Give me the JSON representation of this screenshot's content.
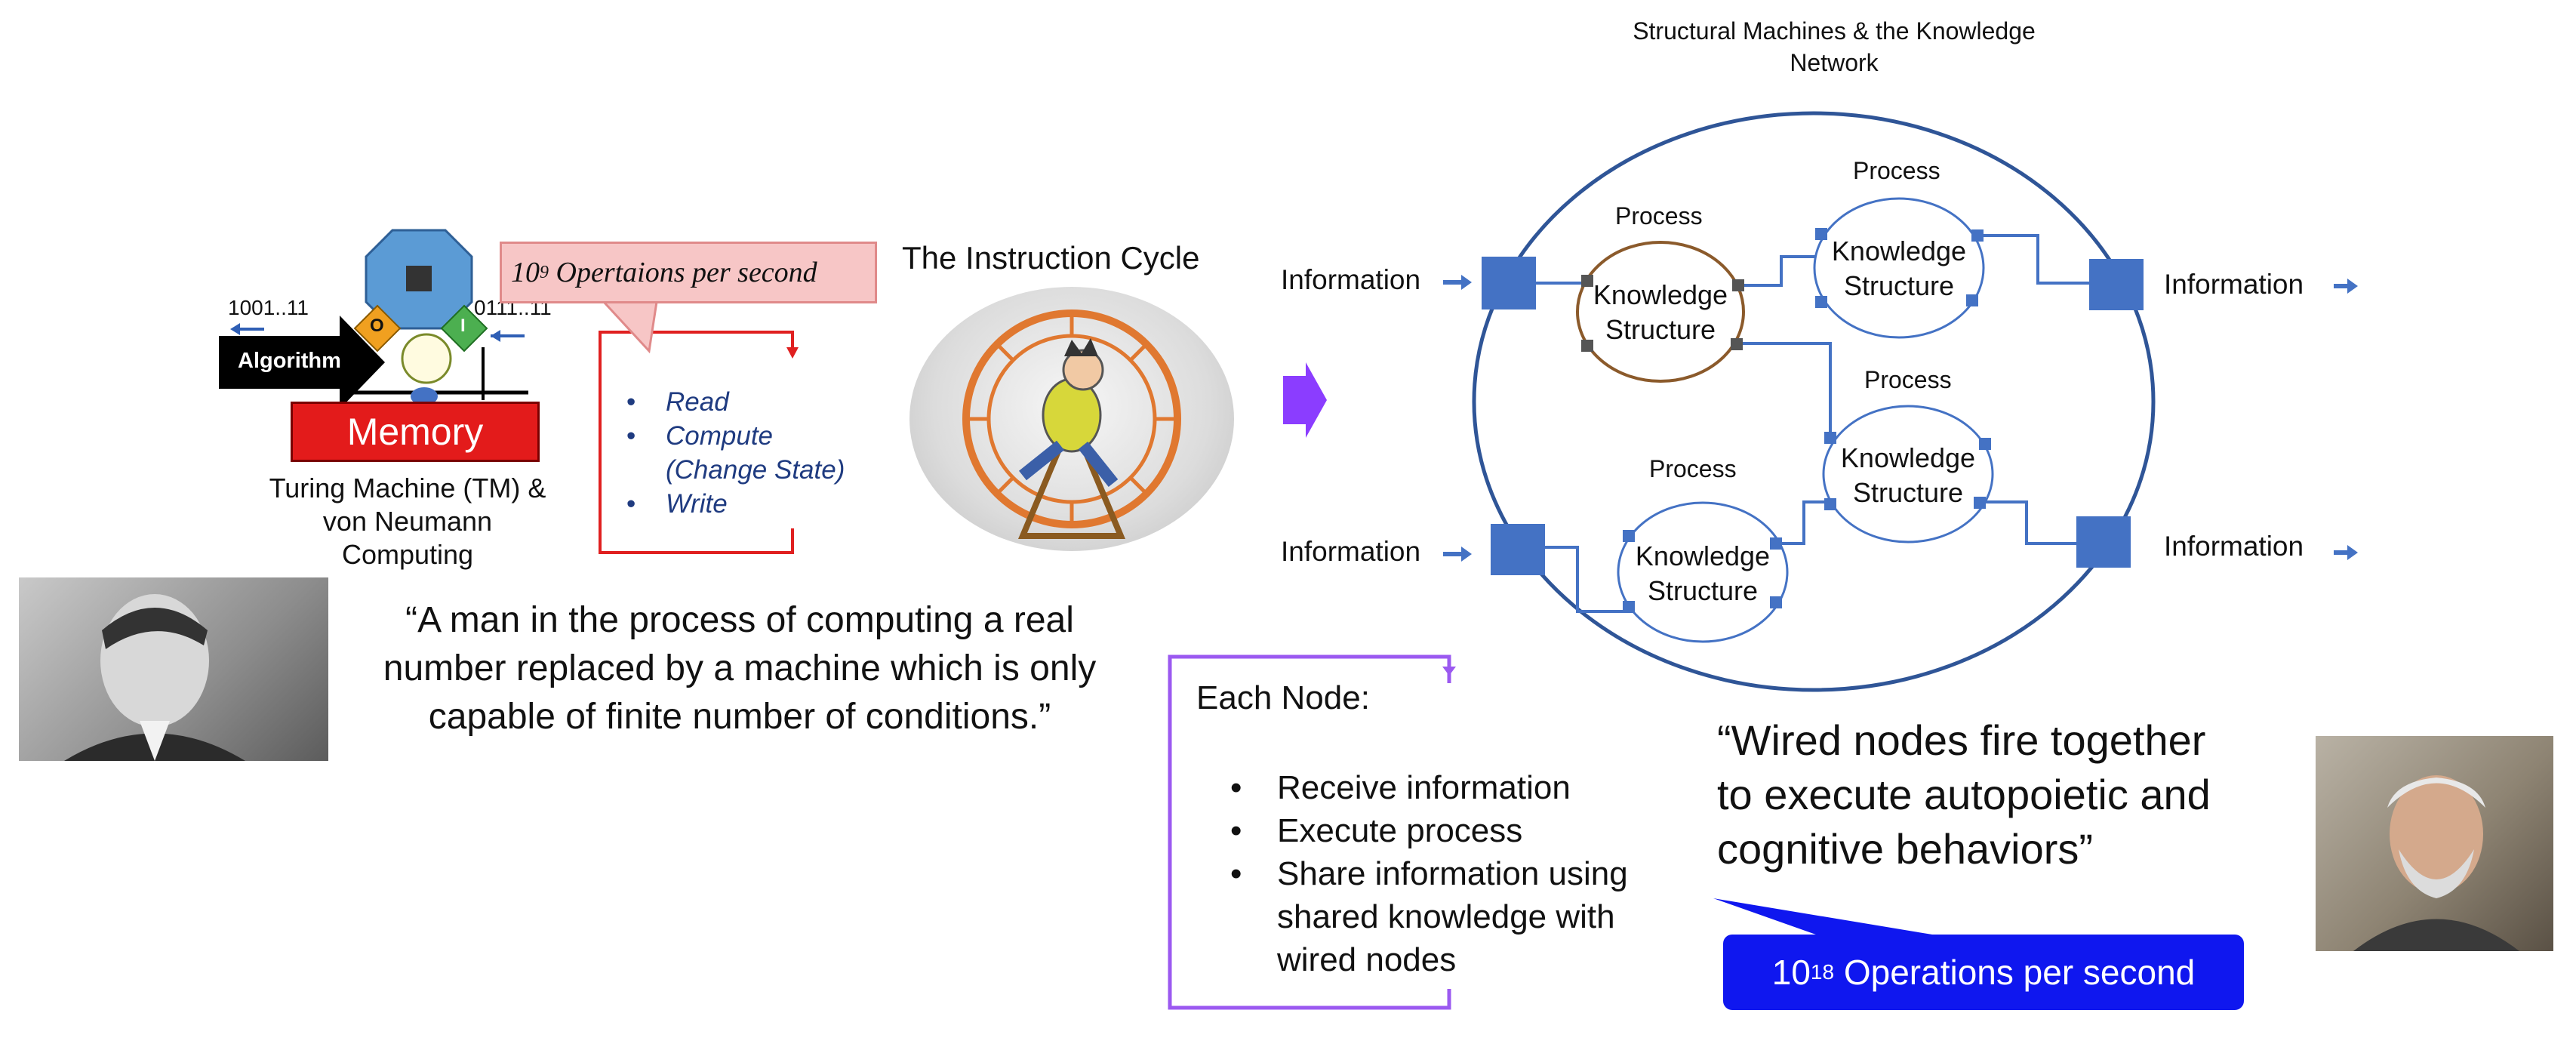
{
  "turing_machine": {
    "algorithm_label": "Algorithm",
    "memory_label": "Memory",
    "bits_left": "1001..11",
    "bits_right": "0111..11",
    "head_left_label": "O",
    "head_right_label": "I",
    "caption_line1": "Turing Machine (TM) &",
    "caption_line2": "von Neumann",
    "caption_line3": "Computing",
    "ops_base": "10",
    "ops_exp": "9",
    "ops_text": " Opertaions per second",
    "cycle_steps": [
      "Read",
      "Compute",
      "(Change State)",
      "Write"
    ]
  },
  "instruction_cycle": {
    "title": "The Instruction Cycle"
  },
  "quote_turing": {
    "line1": "“A man in the process of computing a real",
    "line2": "number replaced by a machine which is only",
    "line3": "capable of finite number of conditions.”"
  },
  "network": {
    "title_line1": "Structural Machines & the Knowledge",
    "title_line2": "Network",
    "info_label": "Information",
    "process_label": "Process",
    "ks_line1": "Knowledge",
    "ks_line2": "Structure"
  },
  "each_node": {
    "heading": "Each Node:",
    "items": [
      "Receive information",
      "Execute process",
      "Share information using",
      "shared knowledge with",
      "wired nodes"
    ]
  },
  "quote_wired": {
    "line1": "“Wired nodes fire together",
    "line2": "to execute autopoietic and",
    "line3": "cognitive behaviors”"
  },
  "ops_badge": {
    "base": "10",
    "exp": "18",
    "text": " Operations per second"
  },
  "colors": {
    "memory_red": "#e31b1b",
    "callout_pink": "#f7c6c6",
    "network_blue": "#2f5597",
    "node_square_blue": "#4472c4",
    "badge_blue": "#0f17ef",
    "purple_arrow": "#8b3dff",
    "node_box_purple": "#9b59f0"
  },
  "icons": [
    "cpu-chip-icon",
    "hamster-wheel-icon",
    "right-arrow-icon",
    "person-photo"
  ]
}
